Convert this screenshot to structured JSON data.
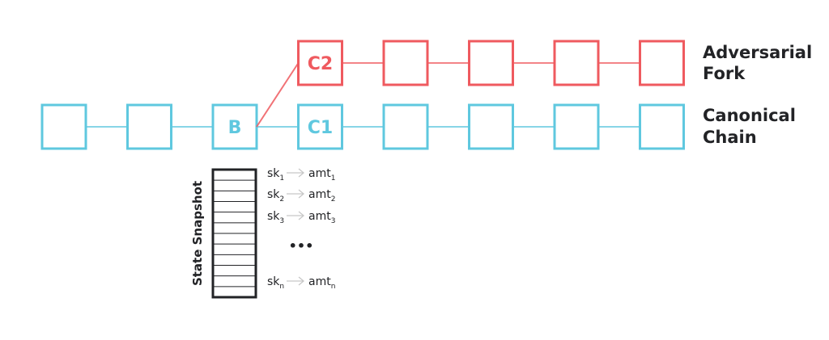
{
  "colors": {
    "canonical": "#5fc8df",
    "adversarial": "#ef5a5f",
    "text": "#222326",
    "arrow": "#c8c8c8"
  },
  "canonical_chain": {
    "label_line1": "Canonical",
    "label_line2": "Chain",
    "blocks": [
      "",
      "",
      "B",
      "C1",
      "",
      "",
      "",
      ""
    ]
  },
  "adversarial_fork": {
    "label_line1": "Adversarial",
    "label_line2": "Fork",
    "fork_from_index": 2,
    "start_index": 3,
    "blocks": [
      "C2",
      "",
      "",
      "",
      ""
    ]
  },
  "state_snapshot": {
    "title": "State Snapshot",
    "rows": 12,
    "entries": [
      {
        "key": "sk",
        "key_sub": "1",
        "value": "amt",
        "value_sub": "1"
      },
      {
        "key": "sk",
        "key_sub": "2",
        "value": "amt",
        "value_sub": "2"
      },
      {
        "key": "sk",
        "key_sub": "3",
        "value": "amt",
        "value_sub": "3"
      },
      {
        "ellipsis": "•••"
      },
      {
        "key": "sk",
        "key_sub": "n",
        "value": "amt",
        "value_sub": "n"
      }
    ]
  }
}
